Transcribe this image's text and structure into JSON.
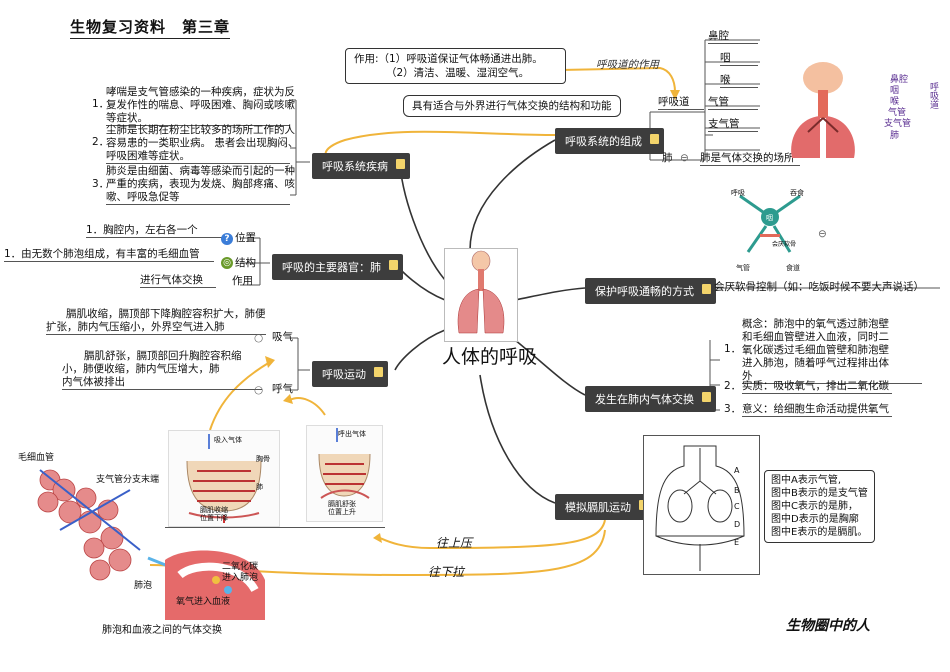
{
  "header": {
    "title": "生物复习资料　第三章"
  },
  "center": {
    "title": "人体的呼吸"
  },
  "composition": {
    "label": "呼吸系统的组成",
    "func_note": "呼吸道的作用",
    "func_line1": "作用:（1）呼吸道保证气体畅通进出肺。",
    "func_line2": "（2）清洁、温暖、湿润空气。",
    "structure_note": "具有适合与外界进行气体交换的结构和功能",
    "airway": "呼吸道",
    "airway_parts": [
      "鼻腔",
      "咽",
      "喉",
      "气管",
      "支气管"
    ],
    "lung": "肺",
    "lung_desc": "肺是气体交换的场所",
    "fig_labels": [
      "鼻腔",
      "咽",
      "喉",
      "气管",
      "支气管",
      "肺"
    ],
    "fig_side": "呼吸道"
  },
  "diseases": {
    "label": "呼吸系统疾病",
    "items": [
      {
        "num": "1．",
        "lines": [
          "哮喘是支气管感染的一种疾病，症状为反",
          "复发作性的喘息、呼吸困难、胸闷或咳嗽",
          "等症状。"
        ]
      },
      {
        "num": "2．",
        "lines": [
          "尘肺是长期在粉尘比较多的场所工作的人",
          "容易患的一类职业病。 患者会出现胸闷、",
          "呼吸困难等症状。"
        ]
      },
      {
        "num": "3．",
        "lines": [
          "肺炎是由细菌、病毒等感染而引起的一种",
          "严重的疾病，表现为发烧、胸部疼痛、咳",
          "嗽、呼吸急促等"
        ]
      }
    ]
  },
  "organ": {
    "label": "呼吸的主要器官：肺",
    "pos_label": "位置",
    "pos_text": "1．胸腔内，左右各一个",
    "struct_label": "结构",
    "struct_text": "1．由无数个肺泡组成，有丰富的毛细血管",
    "func_label": "作用",
    "func_text": "进行气体交换"
  },
  "movement": {
    "label": "呼吸运动",
    "inhale": "吸气",
    "inhale_lines": [
      "膈肌收缩，膈顶部下降胸腔容积扩大，肺便",
      "扩张，肺内气压缩小，外界空气进入肺"
    ],
    "exhale": "呼气",
    "exhale_lines": [
      "膈肌舒张，膈顶部回升胸腔容积缩",
      "小，肺便收缩，肺内气压增大，肺",
      "内气体被排出"
    ]
  },
  "protect": {
    "label": "保护呼吸通畅的方式",
    "text": "会厌软骨控制（如：吃饭时候不要大声说话）",
    "fig_labels": [
      "呼吸",
      "吞食",
      "咽",
      "会厌软骨",
      "气管",
      "食道"
    ]
  },
  "exchange": {
    "label": "发生在肺内气体交换",
    "concept": [
      "概念：肺泡中的氧气透过肺泡壁",
      "和毛细血管壁进入血液，同时二",
      "氧化碳透过毛细血管壁和肺泡壁",
      "进入肺泡，随着呼气过程排出体",
      "外"
    ],
    "nums": [
      "1．",
      "2．",
      "3．"
    ],
    "essence": "实质：吸收氧气，排出二氧化碳",
    "meaning": "意义：给细胞生命活动提供氧气"
  },
  "model": {
    "label": "模拟膈肌运动",
    "fig_letters": [
      "A",
      "B",
      "C",
      "D",
      "E"
    ],
    "legend": [
      "图中A表示气管,",
      "图中B表示的是支气管",
      "图中C表示的是肺，",
      "图中D表示的是胸廓",
      "图中E表示的是膈肌。"
    ],
    "push_up": "往上压",
    "pull_down": "往下拉"
  },
  "figures": {
    "inhale_air": "吸入气体",
    "exhale_air": "呼出气体",
    "sternum": "胸骨",
    "lung_small": "肺",
    "diaphragm_down": [
      "膈肌收缩",
      "位置下降"
    ],
    "diaphragm_up": [
      "膈肌舒张",
      "位置上升"
    ],
    "capillary": "毛细血管",
    "bronchiole": "支气管分支末端",
    "alveolus": "肺泡",
    "co2_in": [
      "二氧化碳",
      "进入肺泡"
    ],
    "o2_in": "氧气进入血液",
    "caption": "肺泡和血液之间的气体交换"
  },
  "footer": {
    "signature": "生物圈中的人"
  }
}
